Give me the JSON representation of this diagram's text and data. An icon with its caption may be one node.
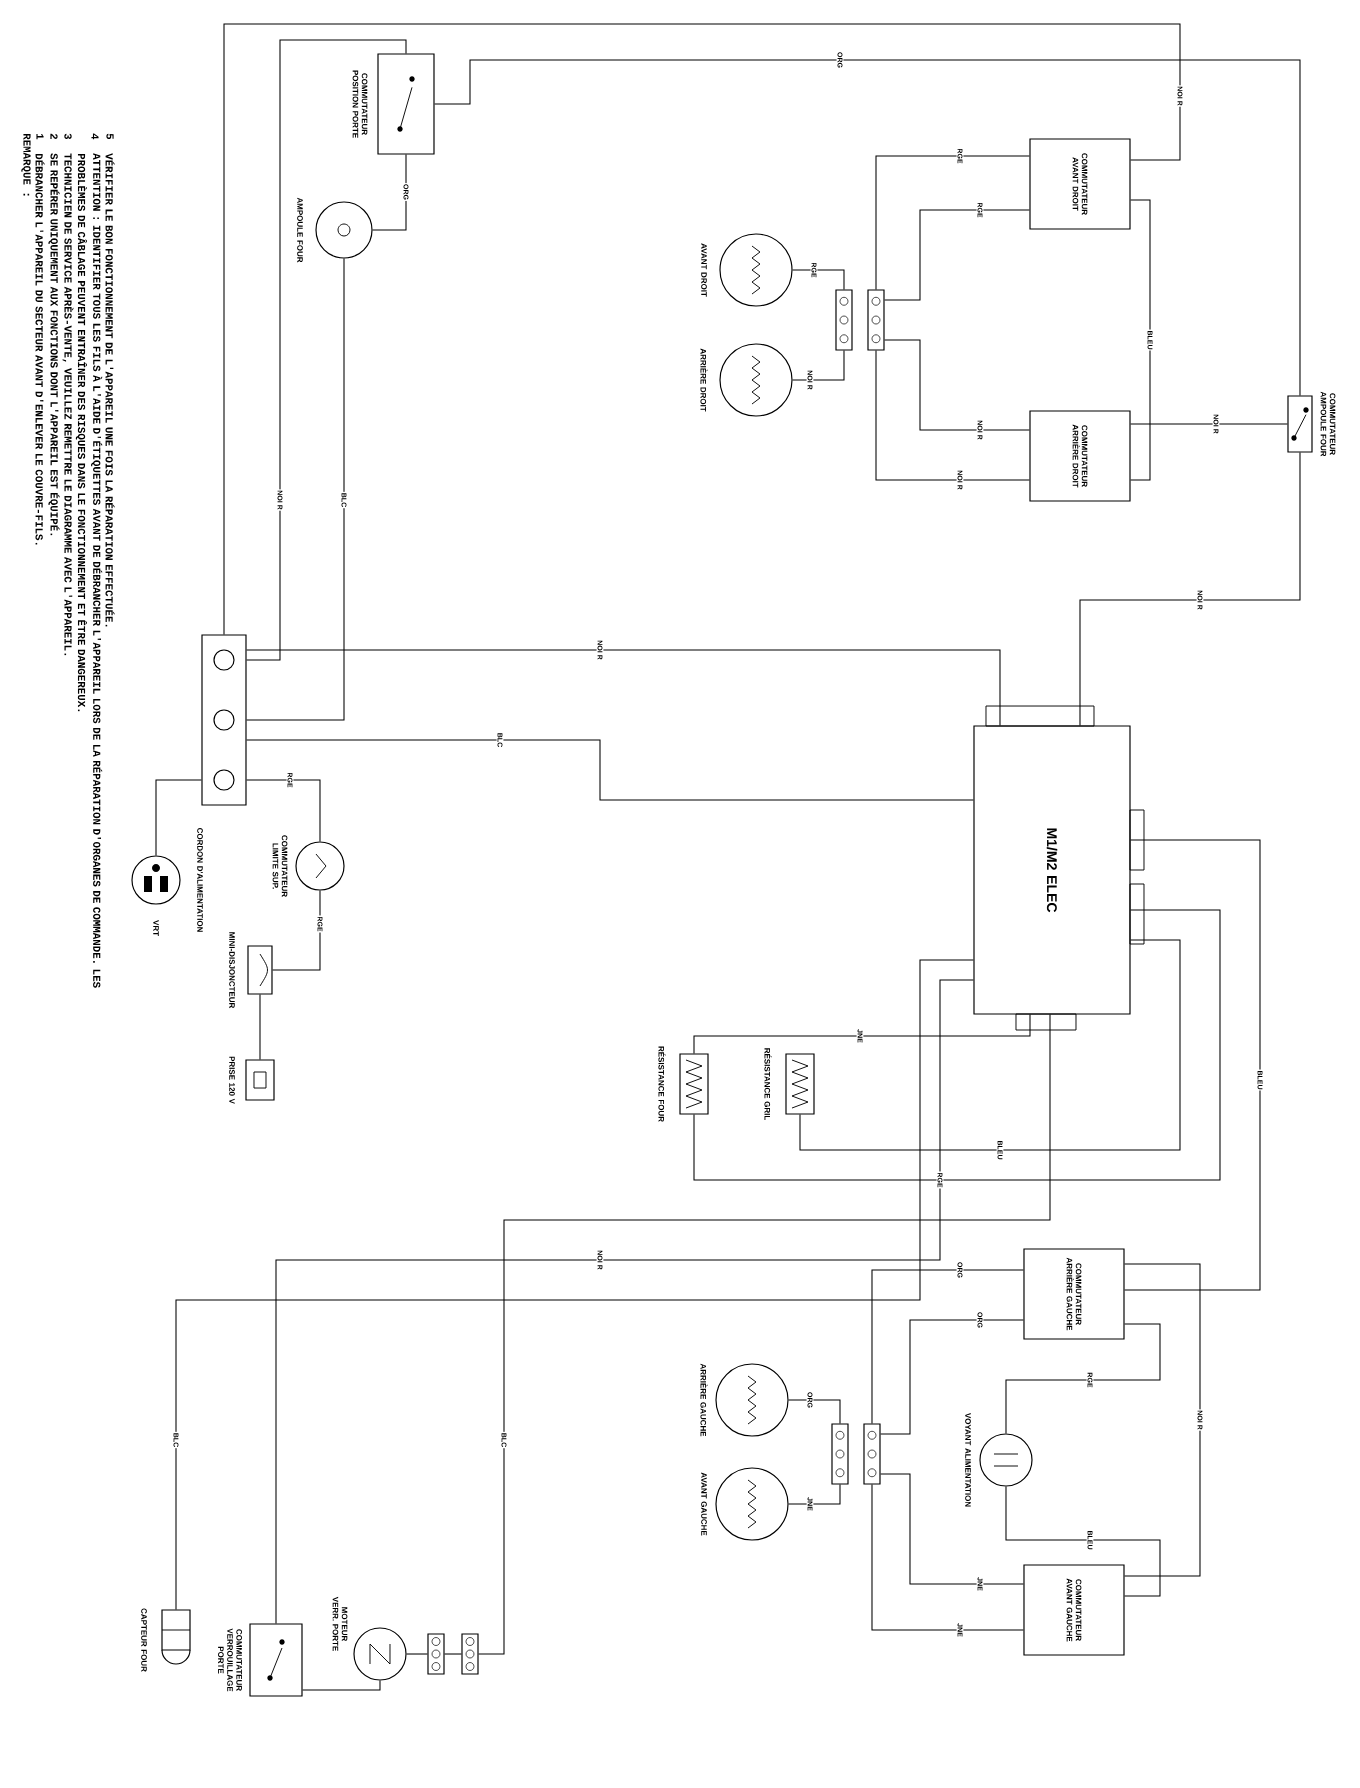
{
  "diagram": {
    "nodes": [
      {
        "text": [
          "COMMUTATEUR POSITION PORTE"
        ]
      },
      {
        "text": [
          "AMPOULE FOUR"
        ]
      },
      {
        "text": [],
        "shape": "box"
      },
      {
        "text": [
          "CORDON D'ALIMENTATION"
        ]
      },
      {
        "text": [
          "COMMUTATEUR LIMITE SUP."
        ]
      },
      {
        "text": [
          "MINI-DISJONCTEUR"
        ]
      },
      {
        "text": [
          "PRISE 120 V"
        ]
      },
      {
        "text": [
          "M1/M2 ELEC"
        ]
      },
      {
        "text": [
          "RÉSISTANCE FOUR"
        ]
      },
      {
        "text": [
          "RÉSISTANCE GRIL"
        ]
      },
      {
        "text": [
          "COMMUTATEUR AVANT DROIT"
        ]
      },
      {
        "text": [
          "COMMUTATEUR ARRIÈRE DROIT"
        ]
      },
      {
        "text": [
          "AVANT DROIT"
        ]
      },
      {
        "text": [
          "ARRIÈRE DROIT"
        ]
      },
      {
        "text": [],
        "shape": "box"
      },
      {
        "text": [],
        "shape": "box"
      },
      {
        "text": [
          "COMMUTATEUR AMPOULE FOUR"
        ]
      },
      {
        "text": [
          "COMMUTATEUR ARRIÈRE GAUCHE"
        ]
      },
      {
        "text": [
          "COMMUTATEUR AVANT GAUCHE"
        ]
      },
      {
        "text": [
          "ARRIÈRE GAUCHE"
        ]
      },
      {
        "text": [
          "AVANT GAUCHE"
        ]
      },
      {
        "text": [],
        "shape": "box"
      },
      {
        "text": [],
        "shape": "box"
      },
      {
        "text": [
          "VOYANT ALIMENTATION"
        ]
      },
      {
        "text": [
          "COMMUTATEUR VERROUILLAGE PORTE"
        ]
      },
      {
        "text": [
          "MOTEUR VERR. PORTE"
        ]
      },
      {
        "text": [],
        "shape": "box"
      },
      {
        "text": [],
        "shape": "box"
      },
      {
        "text": [
          "CAPTEUR FOUR"
        ]
      }
    ],
    "edges": [
      {
        "from": 2,
        "to": 0,
        "arrow": "none",
        "label": "NOI R"
      },
      {
        "from": 0,
        "to": 1,
        "arrow": "none",
        "label": "ORG"
      },
      {
        "from": 1,
        "to": 2,
        "arrow": "none",
        "label": "BLC"
      },
      {
        "from": 3,
        "to": 2,
        "arrow": "none"
      },
      {
        "from": 2,
        "to": 4,
        "arrow": "none",
        "label": "RGE"
      },
      {
        "from": 4,
        "to": 5,
        "arrow": "none",
        "label": "RGE"
      },
      {
        "from": 5,
        "to": 6,
        "arrow": "none"
      },
      {
        "from": 2,
        "to": 7,
        "arrow": "none",
        "label": "NOI R"
      },
      {
        "from": 2,
        "to": 7,
        "arrow": "none",
        "label": "BLC"
      },
      {
        "from": 7,
        "to": 8,
        "arrow": "none",
        "label": "JNE"
      },
      {
        "from": 7,
        "to": 9,
        "arrow": "none",
        "label": "BLEU"
      },
      {
        "from": 8,
        "to": 7,
        "arrow": "none",
        "label": "RGE"
      },
      {
        "from": 12,
        "to": 14,
        "arrow": "none",
        "label": "RGE"
      },
      {
        "from": 13,
        "to": 14,
        "arrow": "none",
        "label": "NOI R"
      },
      {
        "from": 15,
        "to": 10,
        "arrow": "none",
        "label": "RGE"
      },
      {
        "from": 15,
        "to": 10,
        "arrow": "none",
        "label": "RGE"
      },
      {
        "from": 15,
        "to": 11,
        "arrow": "none",
        "label": "NOI R"
      },
      {
        "from": 15,
        "to": 11,
        "arrow": "none",
        "label": "NOI R"
      },
      {
        "from": 2,
        "to": 10,
        "arrow": "none",
        "label": "NOI R"
      },
      {
        "from": 10,
        "to": 11,
        "arrow": "none",
        "label": "BLEU"
      },
      {
        "from": 11,
        "to": 16,
        "arrow": "none",
        "label": "NOI R"
      },
      {
        "from": 16,
        "to": 7,
        "arrow": "none",
        "label": "NOI R"
      },
      {
        "from": 0,
        "to": 16,
        "arrow": "none",
        "label": "ORG"
      },
      {
        "from": 19,
        "to": 21,
        "arrow": "none",
        "label": "ORG"
      },
      {
        "from": 20,
        "to": 21,
        "arrow": "none",
        "label": "JNE"
      },
      {
        "from": 22,
        "to": 17,
        "arrow": "none",
        "label": "ORG"
      },
      {
        "from": 22,
        "to": 17,
        "arrow": "none",
        "label": "ORG"
      },
      {
        "from": 22,
        "to": 18,
        "arrow": "none",
        "label": "JNE"
      },
      {
        "from": 22,
        "to": 18,
        "arrow": "none",
        "label": "JNE"
      },
      {
        "from": 23,
        "to": 17,
        "arrow": "none",
        "label": "RGE"
      },
      {
        "from": 23,
        "to": 18,
        "arrow": "none",
        "label": "BLEU"
      },
      {
        "from": 17,
        "to": 18,
        "arrow": "none",
        "label": "NOI R"
      },
      {
        "from": 7,
        "to": 17,
        "arrow": "none",
        "label": "BLEU"
      },
      {
        "from": 25,
        "to": 26,
        "arrow": "none"
      },
      {
        "from": 26,
        "to": 27,
        "arrow": "none"
      },
      {
        "from": 27,
        "to": 7,
        "arrow": "none",
        "label": "BLC"
      },
      {
        "from": 24,
        "to": 7,
        "arrow": "none",
        "label": "NOI R"
      },
      {
        "from": 28,
        "to": 7,
        "arrow": "none",
        "label": "BLC"
      },
      {
        "from": 24,
        "to": 25,
        "arrow": "none"
      }
    ],
    "labels": [
      "REMARQUE :",
      "1",
      "DÉBRANCHER L'APPAREIL DU SECTEUR AVANT D'ENLEVER LE COUVRE-FILS.",
      "2",
      "SE REPÉRER UNIQUEMENT AUX FONCTIONS DONT L'APPAREIL EST ÉQUIPÉ.",
      "3",
      "TECHNICIEN DE SERVICE APRÈS-VENTE, VEUILLEZ REMETTRE LE DIAGRAMME AVEC L'APPAREIL.",
      "4",
      "ATTENTION : IDENTIFIER TOUS LES FILS À L'AIDE D'ÉTIQUETTES AVANT DE DÉBRANCHER L'APPAREIL LORS DE LA RÉPARATION D'ORGANES DE COMMANDE. LES PROBLÈMES DE CÂBLAGE PEUVENT ENTRAÎNER DES RISQUES DANS LE FONCTIONNEMENT ET ÊTRE DANGEREUX.",
      "5",
      "VÉRIFIER LE BON FONCTIONNEMENT DE L'APPAREIL UNE FOIS LA RÉPARATION EFFECTUÉE.",
      "VRT"
    ]
  }
}
